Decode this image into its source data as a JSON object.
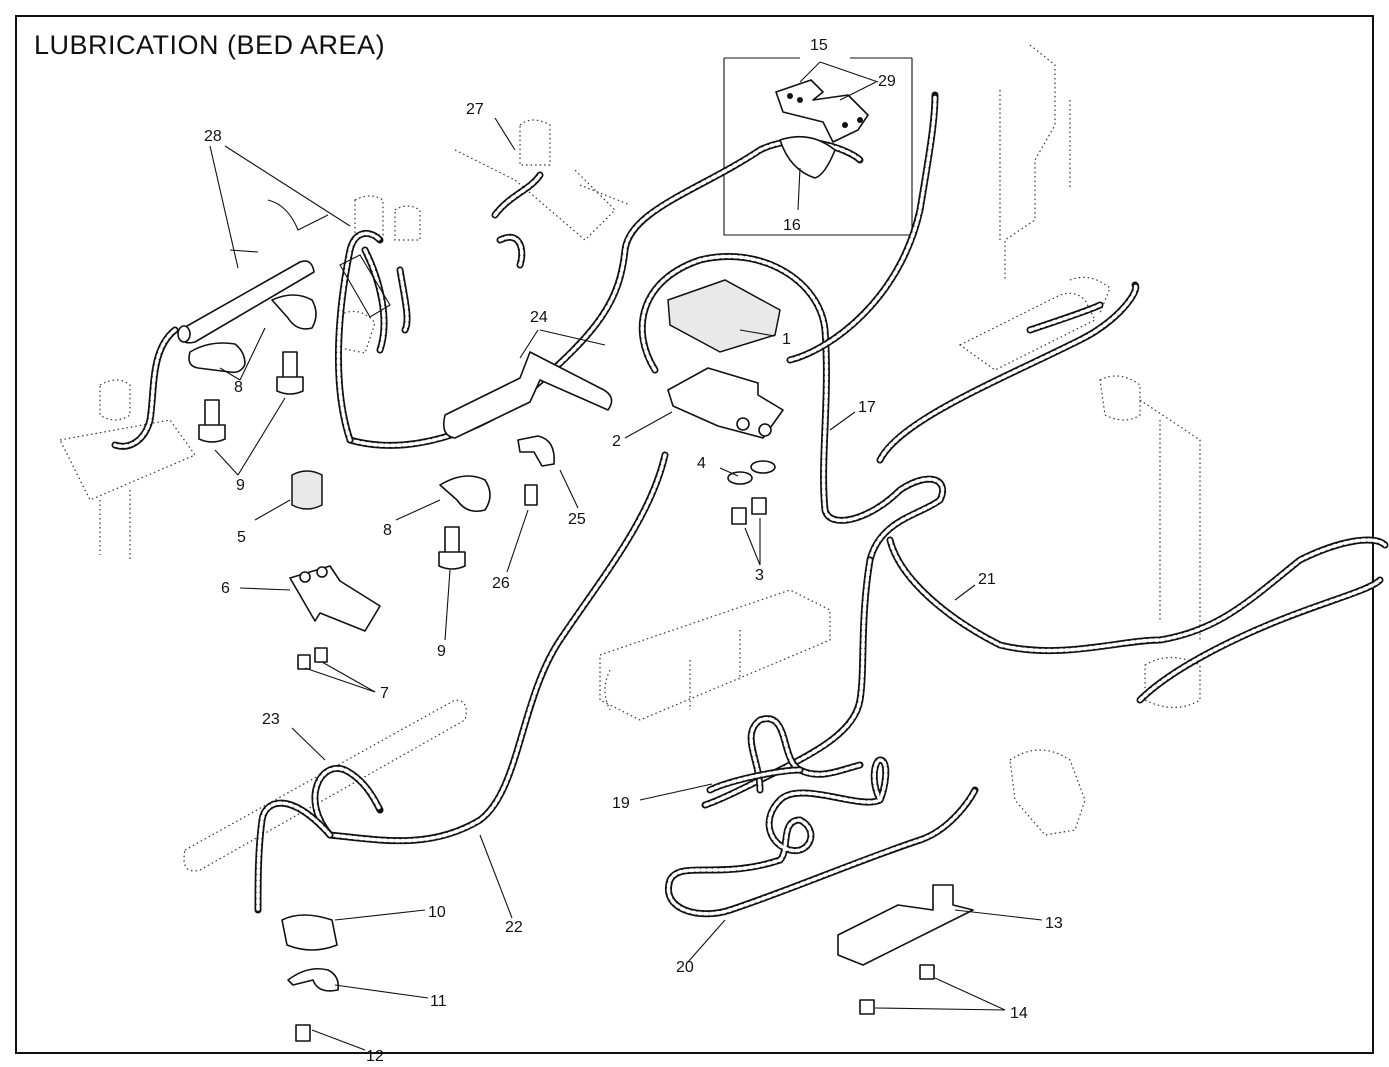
{
  "title": "LUBRICATION (BED AREA)",
  "callouts": [
    "1",
    "2",
    "3",
    "4",
    "5",
    "6",
    "7",
    "8",
    "8",
    "9",
    "9",
    "10",
    "11",
    "12",
    "13",
    "14",
    "15",
    "16",
    "17",
    "19",
    "20",
    "21",
    "22",
    "23",
    "24",
    "25",
    "26",
    "27",
    "28",
    "29"
  ],
  "colors": {
    "ink": "#111111",
    "paper": "#ffffff"
  }
}
